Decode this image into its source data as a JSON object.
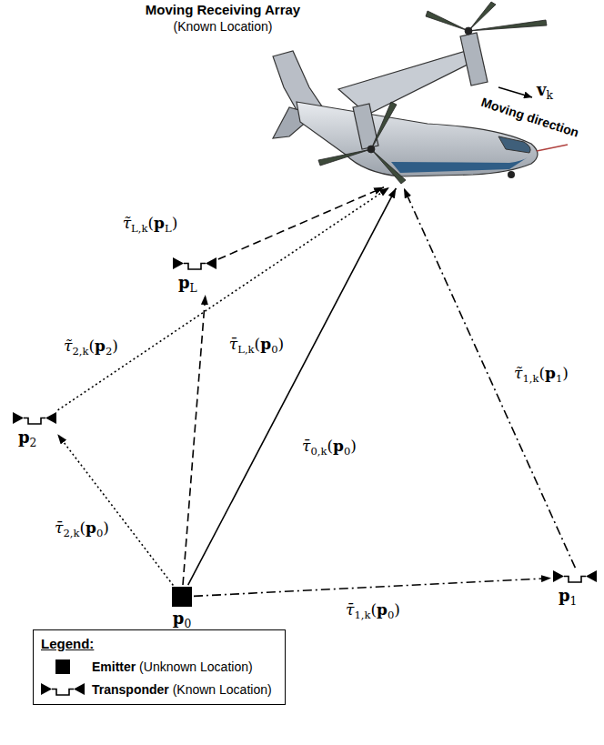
{
  "diagram": {
    "nodes": [
      {
        "text": [
          "Moving Receiving Array",
          "(Known Location)"
        ]
      },
      {
        "text": [
          "pL"
        ]
      },
      {
        "text": [
          "p2"
        ]
      },
      {
        "text": [
          "p0"
        ]
      },
      {
        "text": [
          "p1"
        ]
      }
    ],
    "edges": [
      {
        "from": 3,
        "to": 0,
        "arrow": "to",
        "label": "τ̄0,k(p0)"
      },
      {
        "from": 3,
        "to": 4,
        "arrow": "to",
        "label": "τ̄1,k(p0)"
      },
      {
        "from": 3,
        "to": 2,
        "arrow": "to",
        "label": "τ̄2,k(p0)"
      },
      {
        "from": 3,
        "to": 1,
        "arrow": "to",
        "label": "τ̄L,k(p0)"
      },
      {
        "from": 1,
        "to": 0,
        "arrow": "to",
        "label": "τ̃L,k(pL)"
      },
      {
        "from": 2,
        "to": 0,
        "arrow": "to",
        "label": "τ̃2,k(p2)"
      },
      {
        "from": 4,
        "to": 0,
        "arrow": "to",
        "label": "τ̃1,k(p1)"
      }
    ],
    "labels": [
      "vk",
      "Moving direction",
      "Legend:"
    ],
    "legend": [
      {
        "text": "Emitter (Unknown Location)",
        "color": "#000000"
      },
      {
        "text": "Transponder (Known Location)"
      }
    ]
  }
}
